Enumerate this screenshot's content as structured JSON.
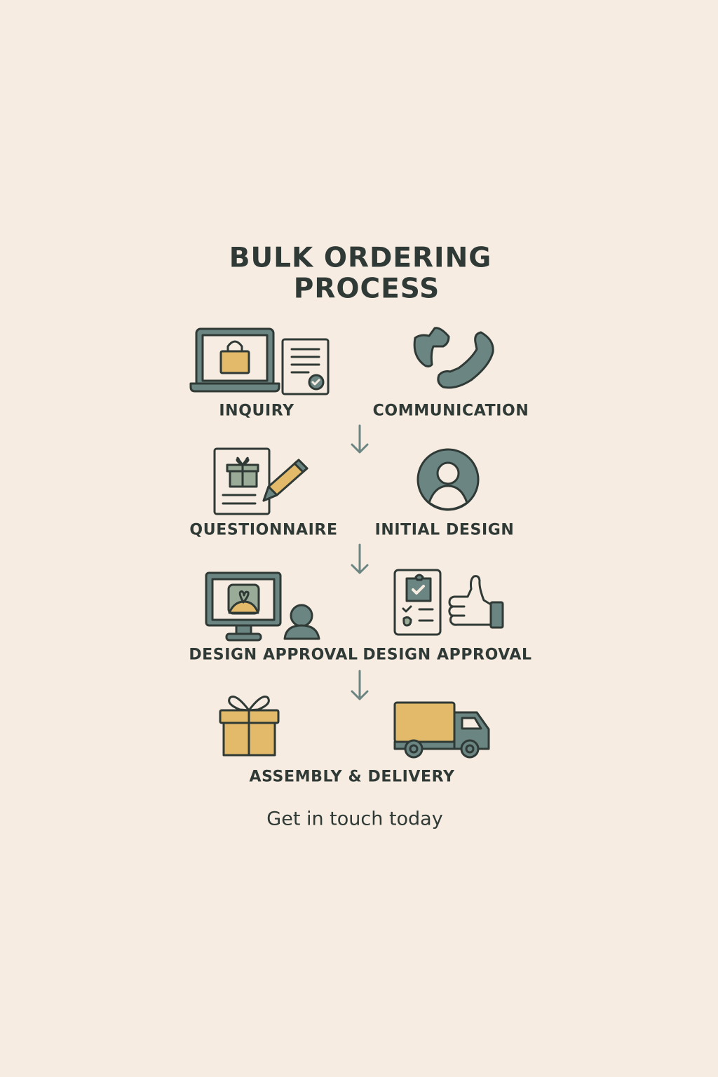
{
  "title": {
    "line1": "BULK ORDERING",
    "line2": "PROCESS"
  },
  "steps": [
    {
      "label": "INQUIRY",
      "icon": "laptop-shopping-bag-document-icon"
    },
    {
      "label": "COMMUNICATION",
      "icon": "phone-handsets-icon"
    },
    {
      "label": "QUESTIONNAIRE",
      "icon": "form-gift-pencil-icon"
    },
    {
      "label": "INITIAL DESIGN",
      "icon": "user-avatar-icon"
    },
    {
      "label": "DESIGN APPROVAL",
      "icon": "monitor-user-icon"
    },
    {
      "label": "DESIGN APPROVAL",
      "icon": "checklist-thumbs-up-icon"
    },
    {
      "label": "ASSEMBLY & DELIVERY",
      "icon": "gift-box-truck-icon"
    }
  ],
  "cta": "Get in touch today",
  "colors": {
    "background": "#f7ece1",
    "ink": "#2f3a36",
    "teal": "#6b8582",
    "mustard": "#e3b96a",
    "sage": "#9aab97"
  }
}
